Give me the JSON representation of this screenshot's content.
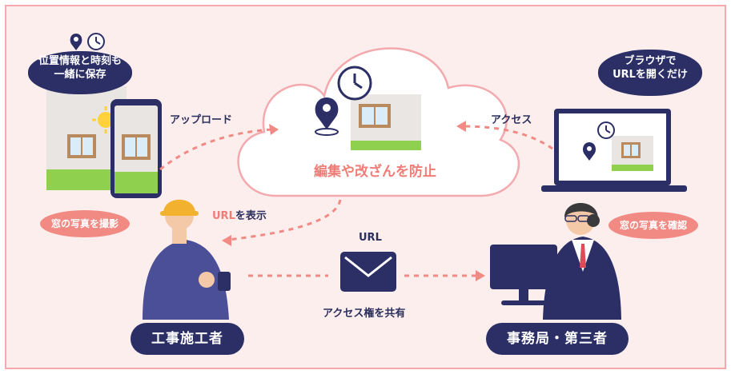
{
  "colors": {
    "background": "#fdeeee",
    "border": "#f3a9ad",
    "navy": "#2b2f66",
    "accent_pink": "#f28a84",
    "cloud_fill": "#ffffff",
    "grass_green": "#8fd14f"
  },
  "diagram": {
    "bubble_worker_line1": "位置情報と時刻も",
    "bubble_worker_line2": "一緒に保存",
    "bubble_viewer_line1": "ブラウザで",
    "bubble_viewer_line2": "URLを開くだけ",
    "upload_label": "アップロード",
    "access_label": "アクセス",
    "cloud_caption": "編集や改ざんを防止",
    "url_display_prefix": "URL",
    "url_display_suffix": "を表示",
    "url_label": "URL",
    "share_label": "アクセス権を共有",
    "worker_photo_bubble": "窓の写真を撮影",
    "viewer_photo_bubble": "窓の写真を確認",
    "worker_name": "工事施工者",
    "viewer_name": "事務局・第三者"
  },
  "icons": [
    "location-pin-icon",
    "clock-icon",
    "envelope-icon",
    "sun-icon"
  ]
}
